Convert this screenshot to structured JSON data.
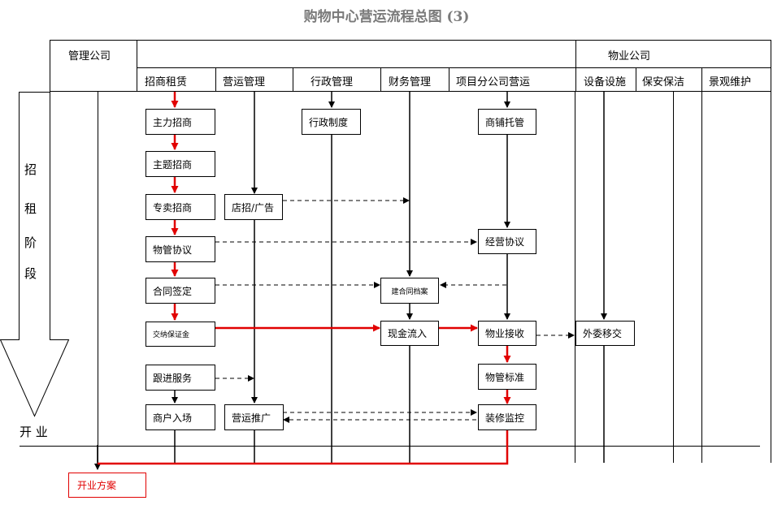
{
  "title": "购物中心营运流程总图 (3)",
  "header": {
    "management_company": "管理公司",
    "property_company": "物业公司",
    "departments": [
      "招商租赁",
      "营运管理",
      "行政管理",
      "财务管理",
      "项目分公司营运",
      "设备设施",
      "保安保洁",
      "景观维护"
    ]
  },
  "phase": {
    "chars": [
      "招",
      "租",
      "阶",
      "段"
    ],
    "opening": "开 业"
  },
  "boxes": {
    "main_leasing": "主力招商",
    "theme_leasing": "主题招商",
    "specialty_leasing": "专卖招商",
    "property_agreement": "物管协议",
    "contract_signing": "合同签定",
    "pay_deposit": "交纳保证金",
    "follow_up": "跟进服务",
    "tenant_entry": "商户入场",
    "signage_ads": "店招/广告",
    "operation_promotion": "营运推广",
    "admin_system": "行政制度",
    "contract_archive": "建合同档案",
    "cash_inflow": "现金流入",
    "shop_custody": "商铺托管",
    "operation_agreement": "经营协议",
    "property_takeover": "物业接收",
    "property_standard": "物管标准",
    "decoration_monitor": "装修监控",
    "outsource_handover": "外委移交"
  },
  "result": "开业方案",
  "colors": {
    "line": "#000000",
    "highlight": "#e10000",
    "title": "#7a7a7a"
  }
}
